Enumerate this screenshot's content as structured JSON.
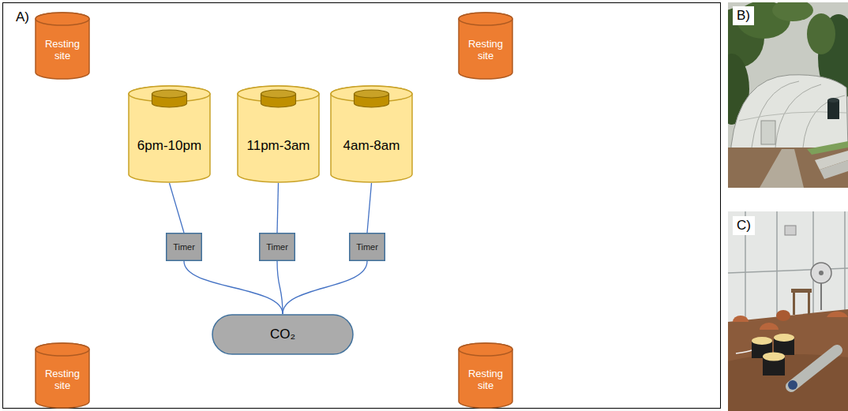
{
  "diagram": {
    "nodes": [
      {
        "text": [
          "Resting site"
        ]
      },
      {
        "text": [
          "Resting site"
        ]
      },
      {
        "text": [
          "6pm-10pm"
        ]
      },
      {
        "text": [
          "11pm-3am"
        ]
      },
      {
        "text": [
          "4am-8am"
        ]
      },
      {
        "text": [
          "Timer"
        ]
      },
      {
        "text": [
          "Timer"
        ]
      },
      {
        "text": [
          "Timer"
        ]
      },
      {
        "text": [
          "CO₂"
        ]
      },
      {
        "text": [
          "Resting site"
        ]
      },
      {
        "text": [
          "Resting site"
        ]
      }
    ],
    "edges": [
      {
        "from": 2,
        "to": 5,
        "arrow": "none"
      },
      {
        "from": 3,
        "to": 6,
        "arrow": "none"
      },
      {
        "from": 4,
        "to": 7,
        "arrow": "none"
      },
      {
        "from": 5,
        "to": 8,
        "arrow": "none"
      },
      {
        "from": 6,
        "to": 8,
        "arrow": "none"
      },
      {
        "from": 7,
        "to": 8,
        "arrow": "none"
      }
    ],
    "labels": [
      "A)",
      "B)",
      "C)"
    ]
  }
}
